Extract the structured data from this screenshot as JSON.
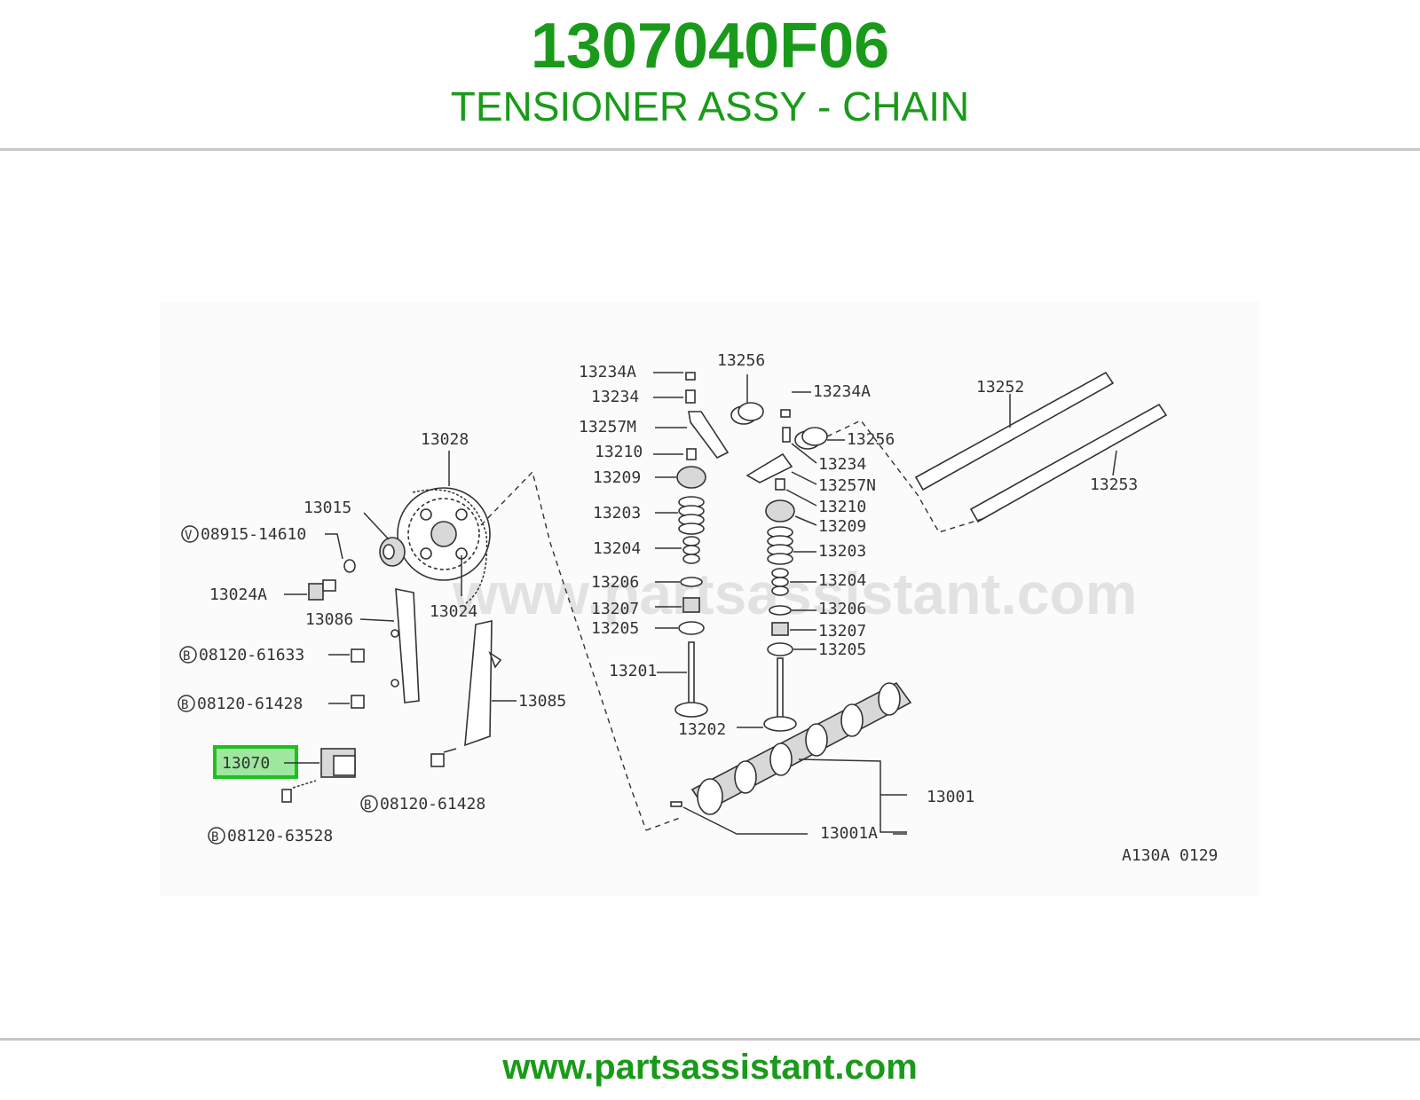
{
  "header": {
    "part_number": "1307040F06",
    "description": "TENSIONER ASSY - CHAIN"
  },
  "footer": {
    "url": "www.partsassistant.com"
  },
  "diagram": {
    "watermark": "www.partsassistant.com",
    "figure_code": "A130A 0129",
    "highlighted_callout": "13070",
    "callouts": {
      "c13234A_l": "13234A",
      "c13256_t": "13256",
      "c13234_l": "13234",
      "c13257M": "13257M",
      "c13210_l": "13210",
      "c13209_l": "13209",
      "c13203_l": "13203",
      "c13204_l": "13204",
      "c13206_l": "13206",
      "c13207_l": "13207",
      "c13205_l": "13205",
      "c13201": "13201",
      "c13202": "13202",
      "c13234A_r": "13234A",
      "c13256_r": "13256",
      "c13234_r": "13234",
      "c13257N": "13257N",
      "c13210_r": "13210",
      "c13209_r": "13209",
      "c13203_r": "13203",
      "c13204_r": "13204",
      "c13206_r": "13206",
      "c13207_r": "13207",
      "c13205_r": "13205",
      "c13252": "13252",
      "c13253": "13253",
      "c13001": "13001",
      "c13001A": "13001A",
      "c13028": "13028",
      "c13015": "13015",
      "c08915": "08915-14610",
      "c13024A": "13024A",
      "c13086": "13086",
      "c13024": "13024",
      "c08120_61633": "08120-61633",
      "c08120_61428_a": "08120-61428",
      "c13085": "13085",
      "c08120_61428_b": "08120-61428",
      "c08120_63528": "08120-63528"
    },
    "symbols": {
      "v": "V",
      "b": "B"
    }
  }
}
